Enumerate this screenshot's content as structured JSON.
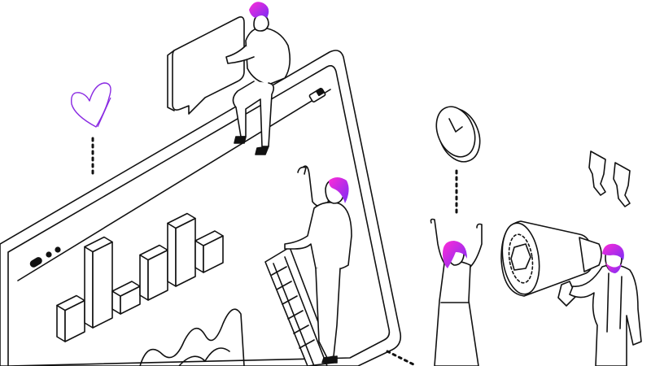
{
  "palette": {
    "line": "#111111",
    "background": "#ffffff",
    "accent_gradient": [
      "#ff2bd6",
      "#7b2cf6"
    ],
    "heart": "#8a2be2"
  },
  "icons": [
    "heart-icon",
    "clock-icon",
    "quote-icon",
    "megaphone-icon",
    "speech-bubble-icon",
    "ladder-icon",
    "bar-chart-icon",
    "toggle-icon"
  ],
  "chart": {
    "bars": [
      0.35,
      0.85,
      0.2,
      0.45,
      0.65,
      0.3
    ]
  }
}
